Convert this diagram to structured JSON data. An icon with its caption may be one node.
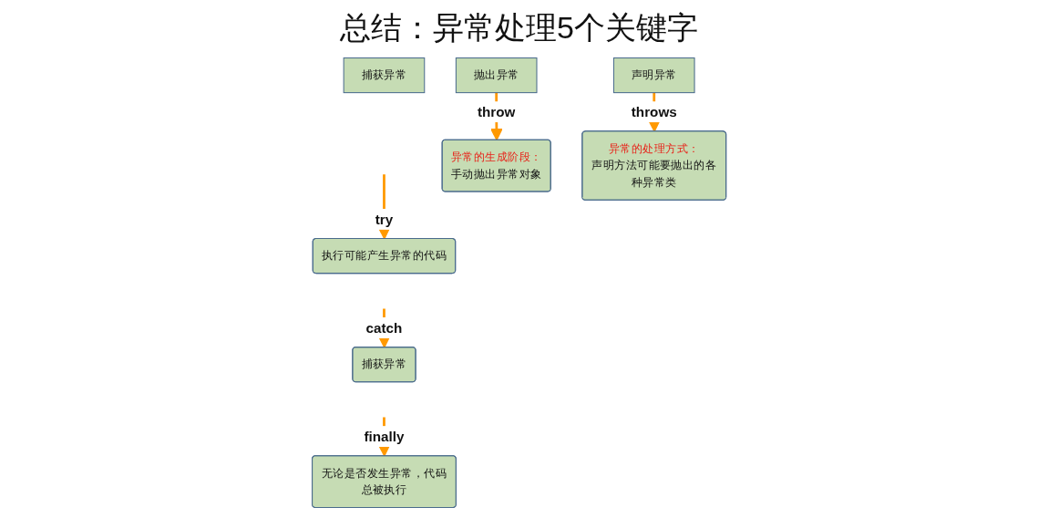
{
  "diagram": {
    "title": "总结：异常处理5个关键字",
    "nodes": [
      {
        "text": [
          "捕获异常"
        ]
      },
      {
        "text": [
          "抛出异常"
        ]
      },
      {
        "text": [
          "声明异常"
        ]
      },
      {
        "text": [
          "执行可能产生异常的代码"
        ]
      },
      {
        "text": [
          "捕获异常"
        ]
      },
      {
        "text": [
          "无论是否发生异常，代码总被执行"
        ]
      },
      {
        "text": [
          "异常的生成阶段：",
          "手动抛出异常对象"
        ]
      },
      {
        "text": [
          "异常的处理方式：",
          "声明方法可能要抛出的各种异常类"
        ]
      }
    ],
    "edges": [
      {
        "from": null,
        "to": 3,
        "arrow": "to",
        "label": "try"
      },
      {
        "from": null,
        "to": 4,
        "arrow": "to",
        "label": "catch"
      },
      {
        "from": null,
        "to": 5,
        "arrow": "to",
        "label": "finally"
      },
      {
        "from": 1,
        "to": 6,
        "arrow": "to",
        "label": "throw"
      },
      {
        "from": 2,
        "to": 7,
        "arrow": "to",
        "label": "throws"
      }
    ]
  }
}
